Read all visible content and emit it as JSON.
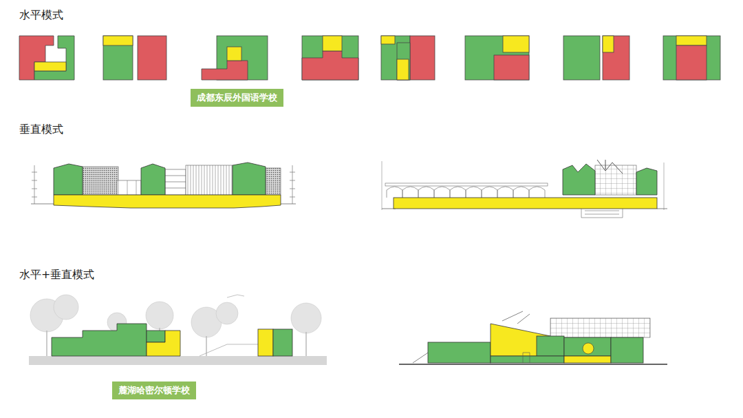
{
  "diagram": {
    "nodes": [
      {
        "text": [
          "成都东辰外国语学校"
        ]
      },
      {
        "text": [
          "麓湖哈密尔顿学校"
        ]
      }
    ],
    "labels": [
      "水平模式",
      "垂直模式",
      "水平+垂直模式"
    ]
  }
}
